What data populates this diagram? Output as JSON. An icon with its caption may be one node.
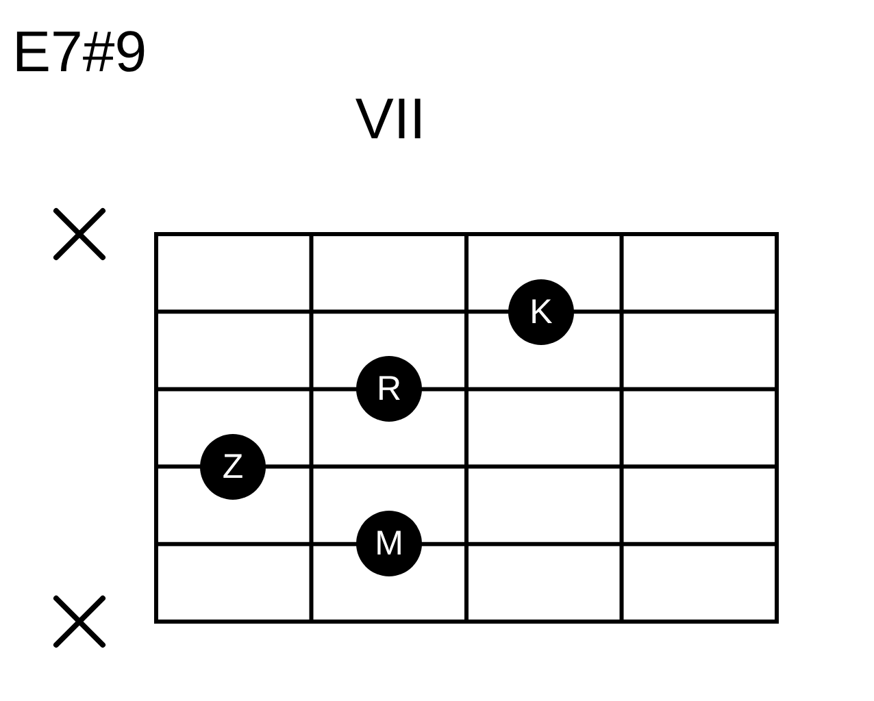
{
  "diagram": {
    "title": "E7#9",
    "nodes": [
      {
        "text": [
          "K"
        ]
      },
      {
        "text": [
          "R"
        ]
      },
      {
        "text": [
          "Z"
        ]
      },
      {
        "text": [
          "M"
        ]
      }
    ],
    "labels": [
      "VII"
    ]
  }
}
